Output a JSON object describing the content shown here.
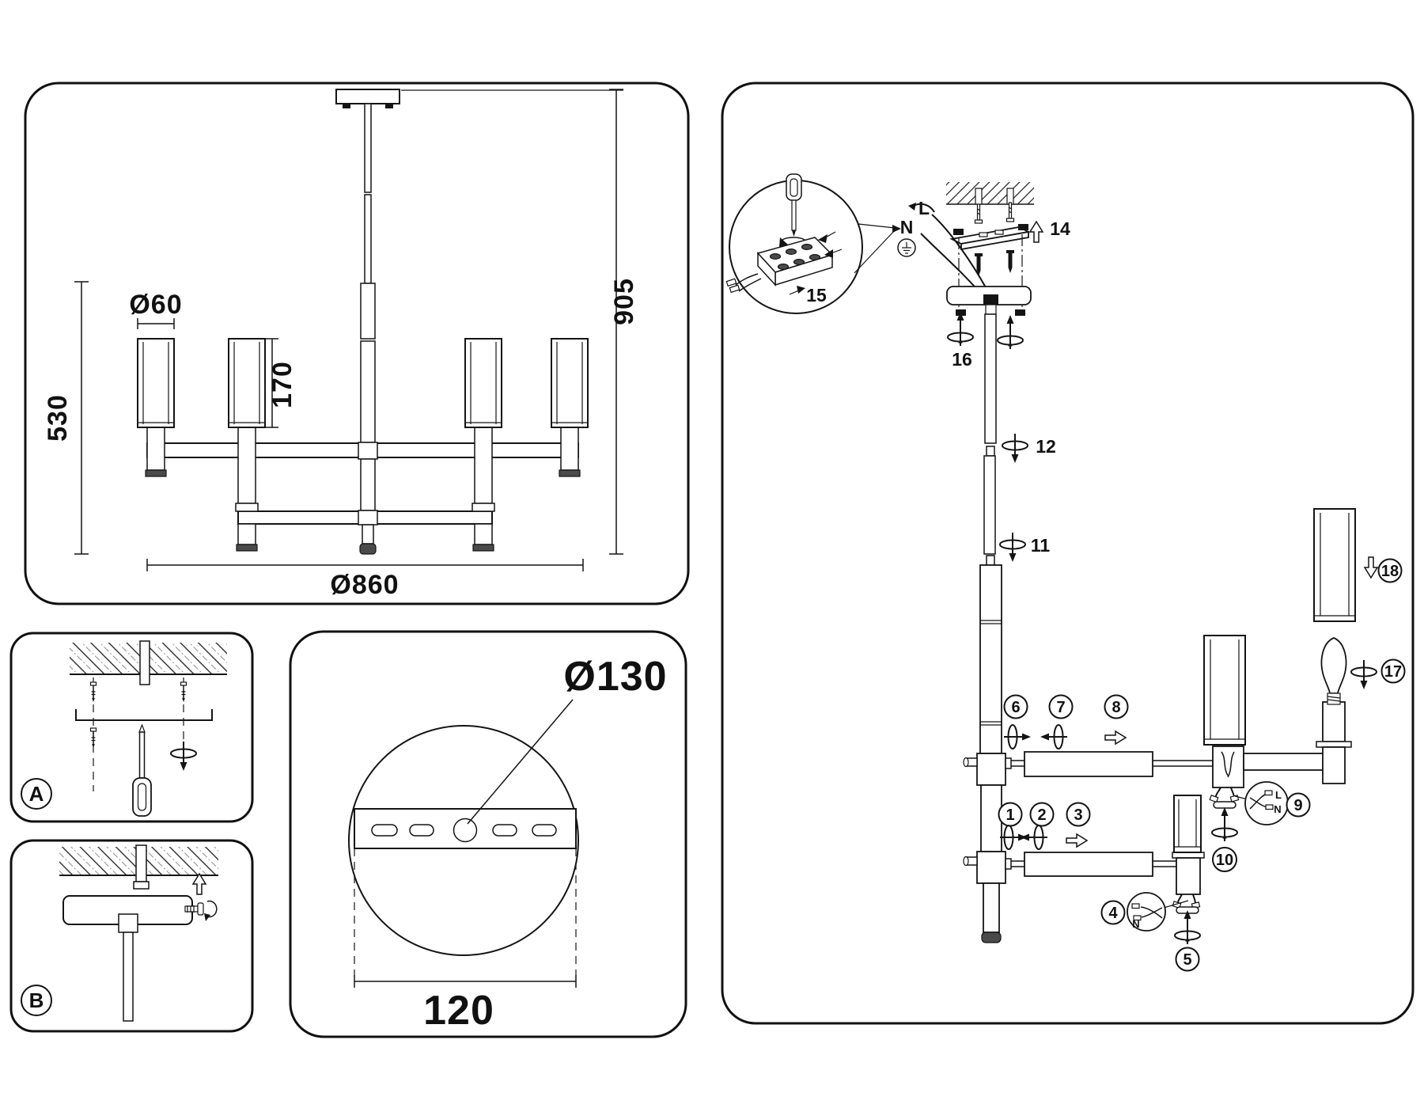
{
  "front_view": {
    "dim_shade_diameter": "Ø60",
    "dim_shade_height": "170",
    "dim_body_height": "530",
    "dim_total_height": "905",
    "dim_total_diameter": "Ø860"
  },
  "mount_detail": {
    "dim_plate_diameter": "Ø130",
    "dim_hole_spacing": "120"
  },
  "steps": {
    "a_label": "A",
    "b_label": "B",
    "s1": "1",
    "s2": "2",
    "s3": "3",
    "s4": "4",
    "s5": "5",
    "s6": "6",
    "s7": "7",
    "s8": "8",
    "s9": "9",
    "s10": "10",
    "s11": "11",
    "s12": "12",
    "s14": "14",
    "s15": "15",
    "s16": "16",
    "s17": "17",
    "s18": "18"
  },
  "wiring": {
    "neutral": "N",
    "live": "L",
    "detail9_live": "L",
    "detail9_neutral": "N",
    "detail4_neutral": "N"
  }
}
